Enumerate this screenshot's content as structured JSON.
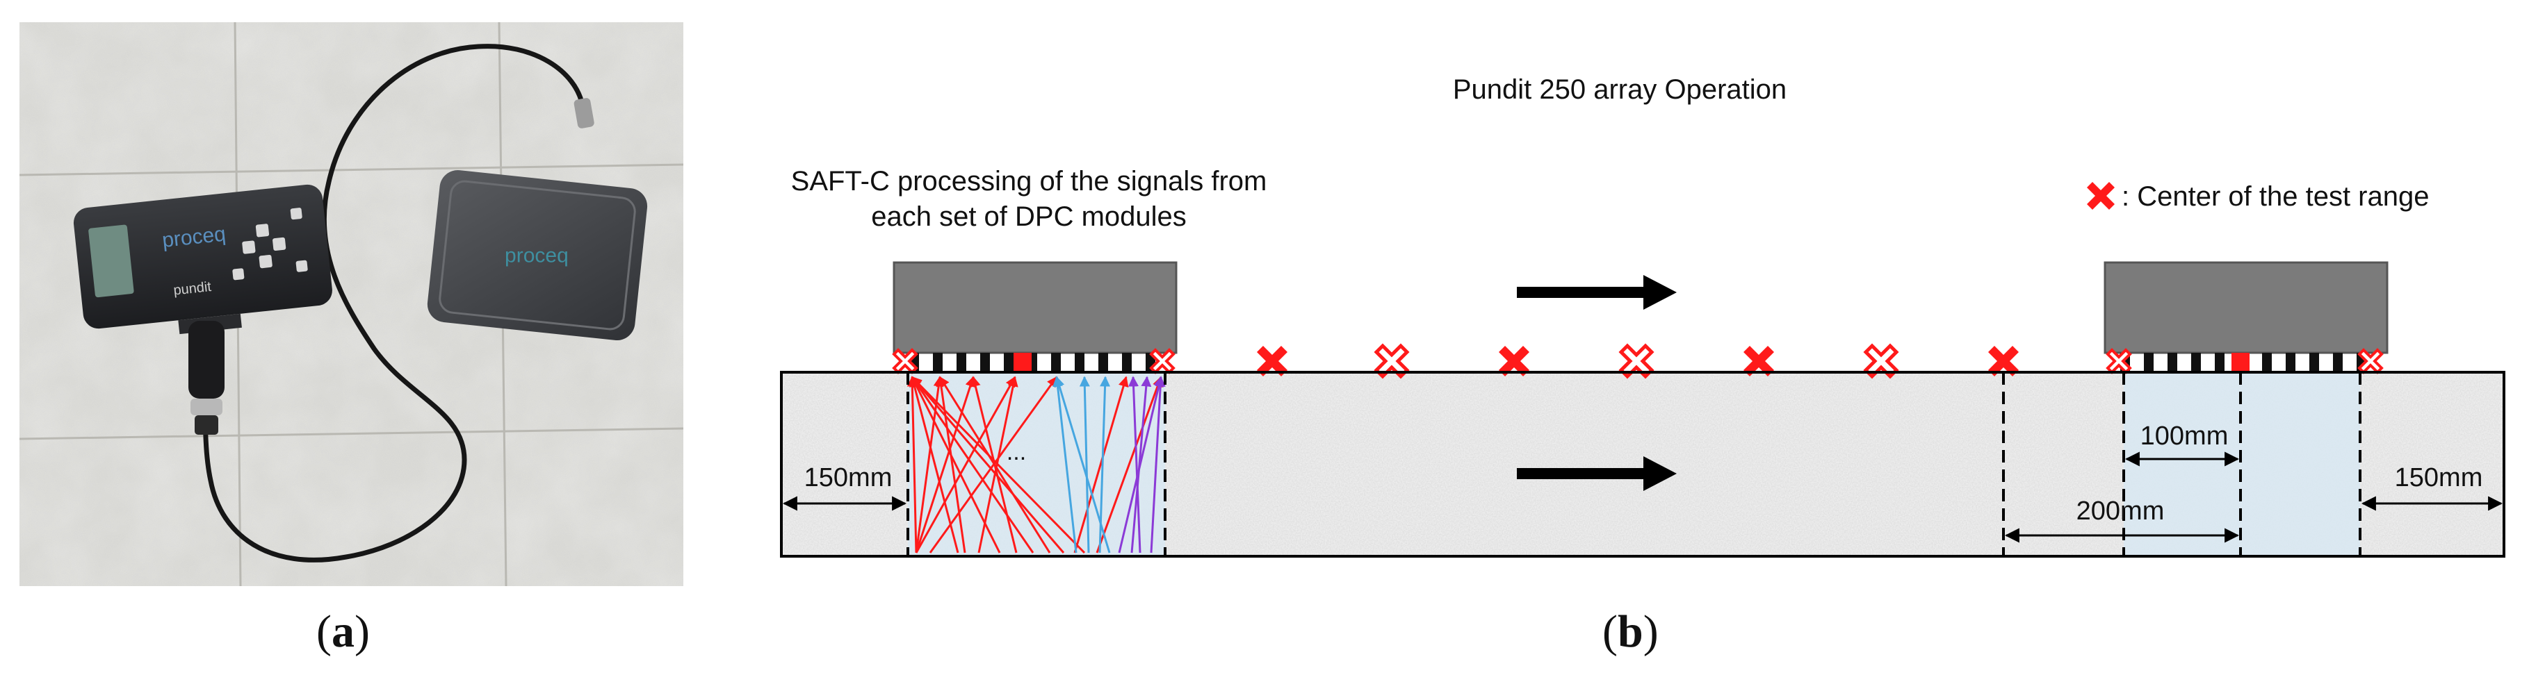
{
  "captions": {
    "a_open": "(",
    "a_letter": "a",
    "a_close": ")",
    "b_open": "(",
    "b_letter": "b",
    "b_close": ")"
  },
  "device_photo": {
    "device_brand": "proceq",
    "device_name": "pundit",
    "case_brand": "proceq"
  },
  "diagram": {
    "title": "Pundit 250 array Operation",
    "note_line1": "SAFT-C processing of the signals from",
    "note_line2": "each set of DPC modules",
    "legend_label": ": Center of the test range",
    "ellipsis": "...",
    "dim_left": "150mm",
    "dim_right": "150mm",
    "dim_100": "100mm",
    "dim_200": "200mm"
  },
  "colors": {
    "concrete": "#f1f1f1",
    "probe_body": "#7b7b7b",
    "highlight": "#d8e8f2",
    "ray_red": "#ff1a1a",
    "ray_blue": "#46a6e0",
    "ray_purple": "#8b3ad6",
    "marker": "#ff1a1a"
  }
}
